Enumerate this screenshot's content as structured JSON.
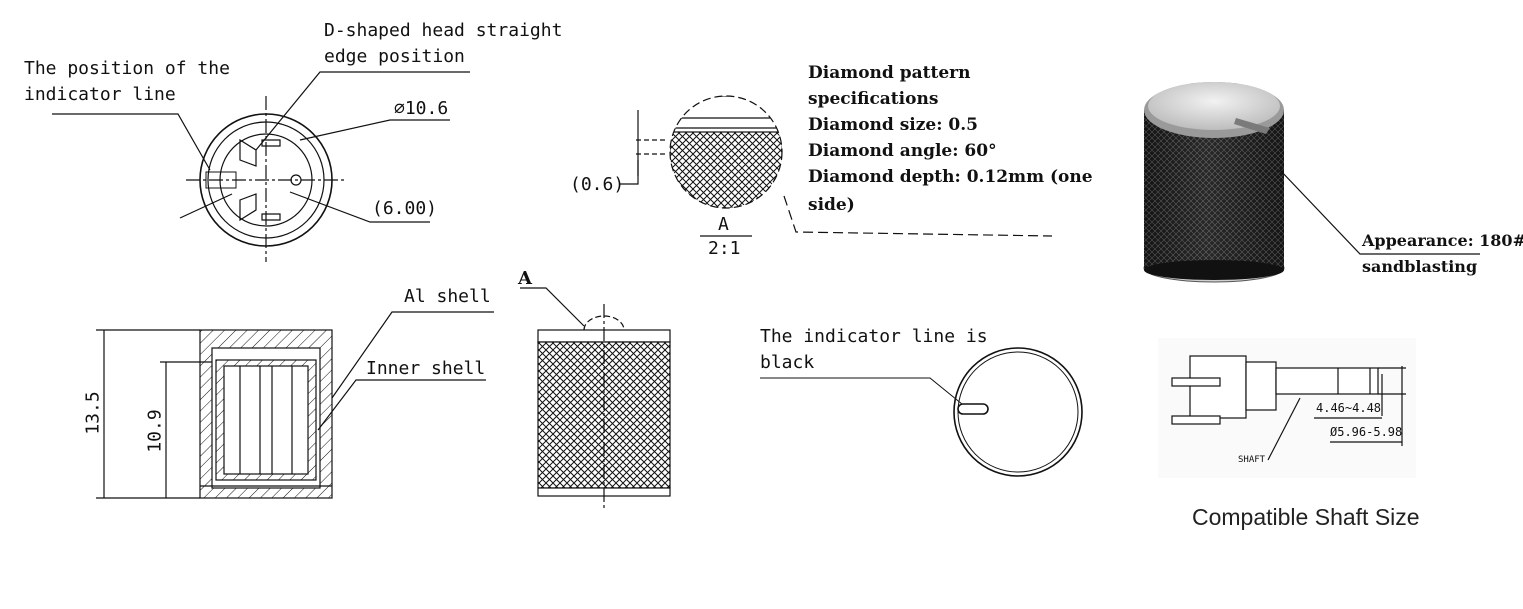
{
  "labels": {
    "d_head_1": "D-shaped head straight",
    "d_head_2": "edge position",
    "pos_line_1": "The position of the",
    "pos_line_2": "indicator line",
    "dia_10_6": "⌀10.6",
    "dim_6": "(6.00)",
    "dim_0_6": "(0.6)",
    "detail_a": "A",
    "scale": "2:1",
    "section_a": "A",
    "al_shell": "Al shell",
    "inner_shell": "Inner shell",
    "h_13_5": "13.5",
    "h_10_9": "10.9",
    "indicator_1": "The indicator line is",
    "indicator_2": "black",
    "shaft_1": "4.46~4.48",
    "shaft_2": "Ø5.96-5.98",
    "shaft_word": "SHAFT",
    "compat": "Compatible Shaft Size"
  },
  "diamond": {
    "l1": "Diamond pattern",
    "l2": "specifications",
    "l3": "Diamond size: 0.5",
    "l4": "Diamond angle: 60°",
    "l5": "Diamond depth: 0.12mm (one",
    "l6": "side)"
  },
  "appearance": {
    "l1": "Appearance: 180#",
    "l2": "sandblasting"
  }
}
